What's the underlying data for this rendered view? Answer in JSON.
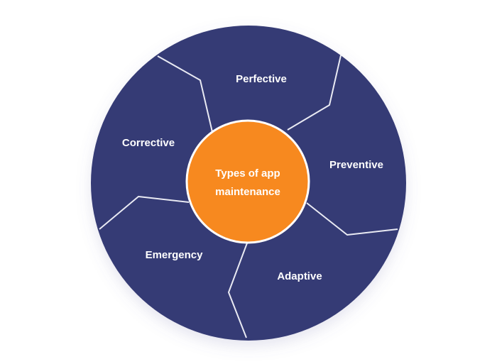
{
  "colors": {
    "ring": "#363b75",
    "divider": "#e9eaf3",
    "center": "#f7891f",
    "center_border": "#ffffff",
    "text": "#ffffff"
  },
  "center": {
    "line1": "Types of app",
    "line2": "maintenance"
  },
  "segments": [
    {
      "label": "Perfective"
    },
    {
      "label": "Preventive"
    },
    {
      "label": "Adaptive"
    },
    {
      "label": "Emergency"
    },
    {
      "label": "Corrective"
    }
  ]
}
